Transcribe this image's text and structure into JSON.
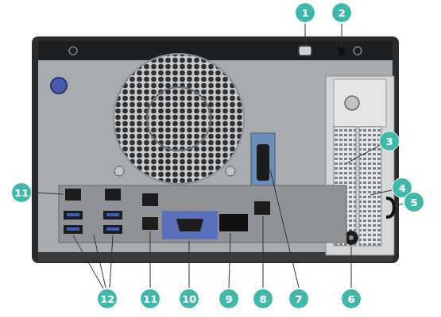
{
  "diagram": {
    "labels": [
      "1",
      "2",
      "3",
      "4",
      "5",
      "6",
      "7",
      "8",
      "9",
      "10",
      "11",
      "11",
      "12"
    ]
  }
}
